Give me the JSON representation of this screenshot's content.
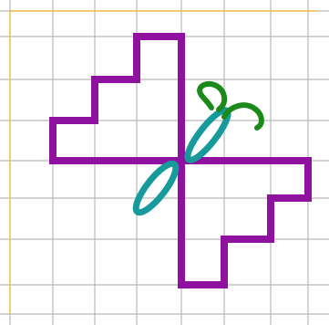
{
  "title": "",
  "grid": {
    "columns": 8,
    "rows": 8,
    "line_color": "#b9b9b9",
    "border_color": "#f0c040"
  },
  "colors": {
    "outline": "#8e11a0",
    "body": "#179a9c",
    "antennae": "#1b8a1b"
  },
  "icons": {
    "main_shape": "staircase-butterfly-outline",
    "body": "butterfly-body-icon",
    "antennae": "antennae-icon"
  }
}
